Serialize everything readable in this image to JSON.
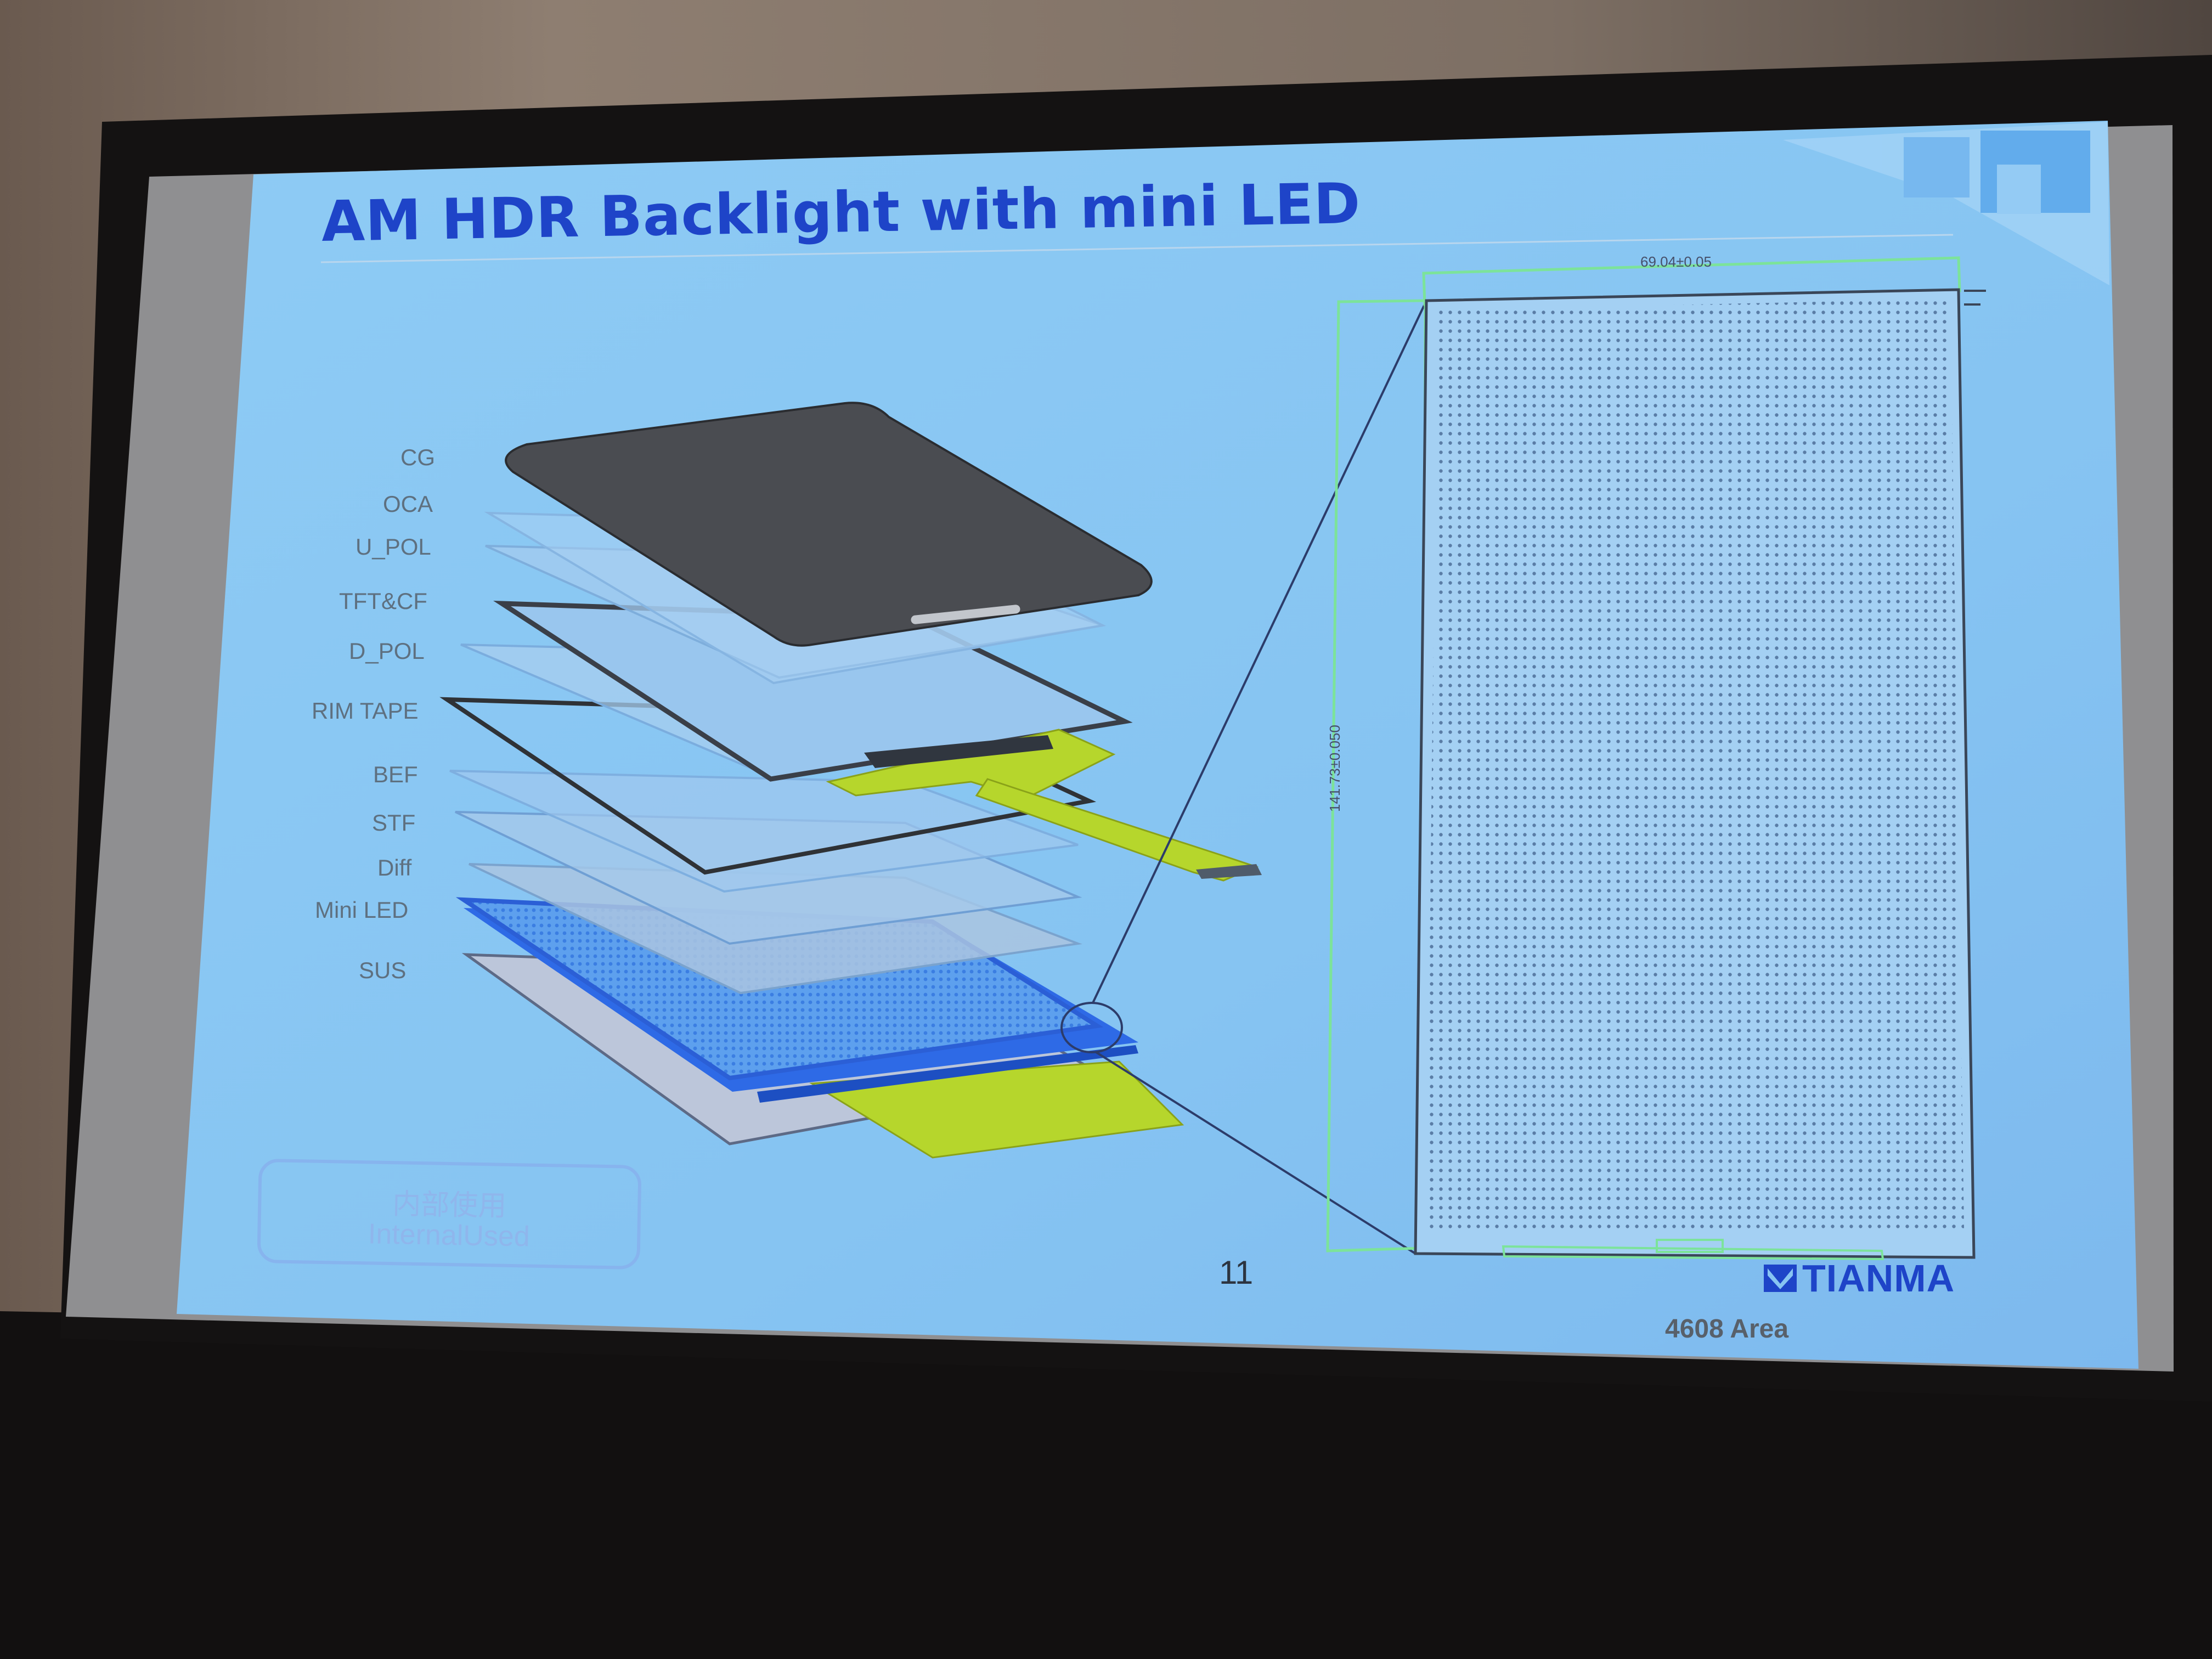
{
  "slide": {
    "title": "AM HDR Backlight with mini LED",
    "page_number": "11",
    "brand": "TIANMA",
    "area_caption": "4608 Area"
  },
  "layers": [
    "CG",
    "OCA",
    "U_POL",
    "TFT&CF",
    "D_POL",
    "RIM TAPE",
    "BEF",
    "STF",
    "Diff",
    "Mini LED",
    "SUS"
  ],
  "drawing": {
    "width_dimension": "69.04±0.05",
    "height_dimension": "141.73±0.050"
  },
  "stamp": {
    "line1": "内部使用",
    "line2": "InternalUsed"
  },
  "colors": {
    "slide_background": "#88c4f2",
    "title": "#1e44c8",
    "flex_cable": "#b6d62c",
    "mini_led_layer": "#2e6ae6",
    "cover_glass": "#4a4c51",
    "drawing_frame": "#7ce39a"
  }
}
